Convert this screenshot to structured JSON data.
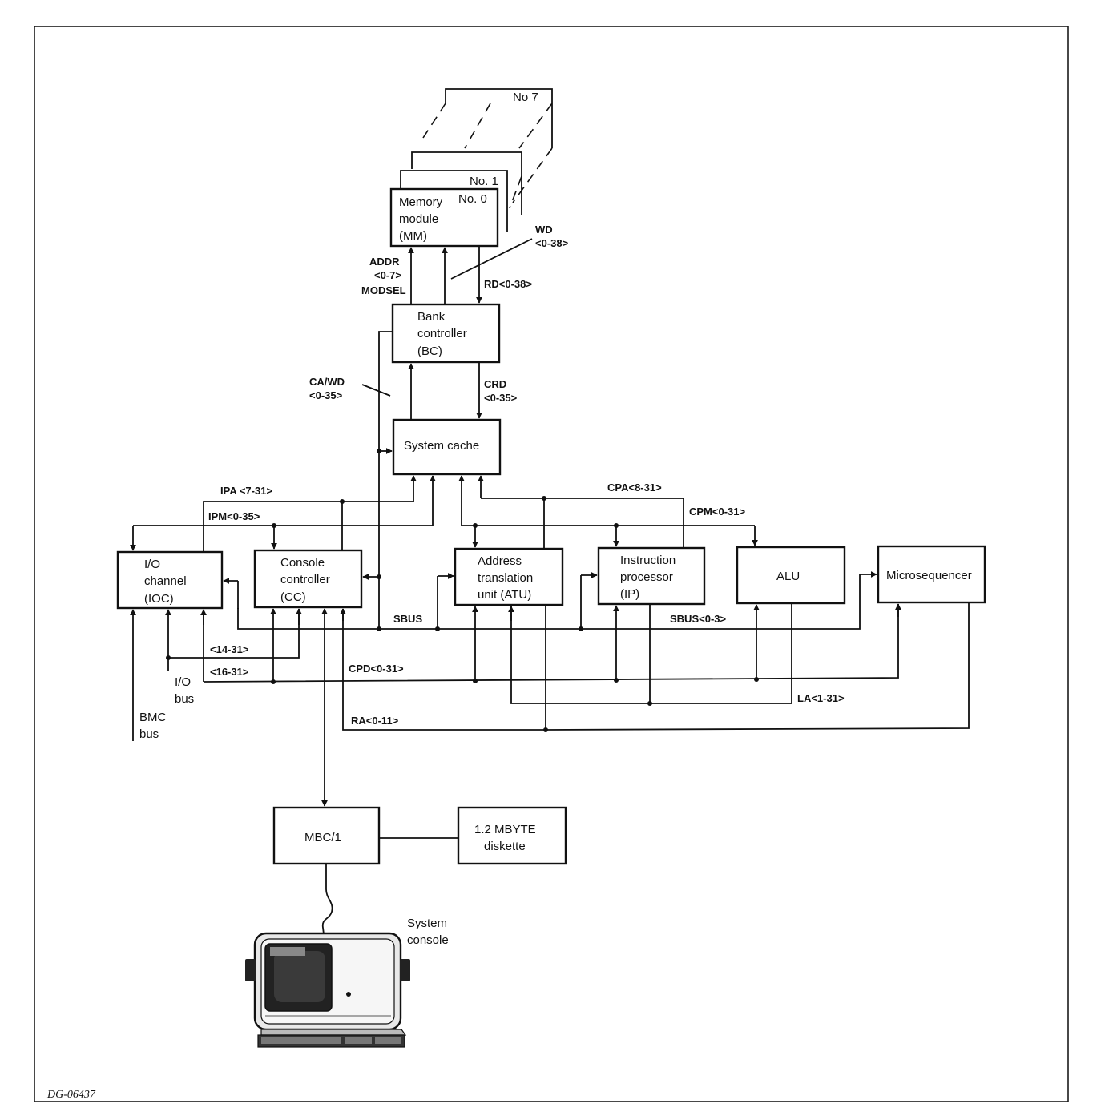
{
  "figure_id": "DG-06437",
  "boxes": {
    "memory_module": [
      "Memory",
      "module",
      "(MM)"
    ],
    "module_no0": "No. 0",
    "module_no1": "No. 1",
    "module_no7": "No  7",
    "bank_controller": [
      "Bank",
      "controller",
      "(BC)"
    ],
    "system_cache": "System cache",
    "io_channel": [
      "I/O",
      "channel",
      "(IOC)"
    ],
    "console_controller": [
      "Console",
      "controller",
      "(CC)"
    ],
    "atu": [
      "Address",
      "translation",
      "unit (ATU)"
    ],
    "ip": [
      "Instruction",
      "processor",
      "(IP)"
    ],
    "alu": "ALU",
    "microsequencer": "Microsequencer",
    "mbc": "MBC/1",
    "diskette": [
      "1.2 MBYTE",
      "diskette"
    ],
    "system_console": [
      "System",
      "console"
    ]
  },
  "signals": {
    "addr": "ADDR",
    "addr_range": "<0-7>",
    "modsel": "MODSEL",
    "wd": "WD",
    "wd_range": "<0-38>",
    "rd": "RD<0-38>",
    "ca_wd": "CA/WD",
    "ca_wd_range": "<0-35>",
    "crd": "CRD",
    "crd_range": "<0-35>",
    "ipa": "IPA <7-31>",
    "ipm": "IPM<0-35>",
    "cpa": "CPA<8-31>",
    "cpm": "CPM<0-31>",
    "sbus": "SBUS",
    "sbus_03": "SBUS<0-3>",
    "r14_31": "<14-31>",
    "r16_31": "<16-31>",
    "cpd": "CPD<0-31>",
    "la": "LA<1-31>",
    "ra": "RA<0-11>",
    "io_bus": [
      "I/O",
      "bus"
    ],
    "bmc_bus": [
      "BMC",
      "bus"
    ]
  }
}
